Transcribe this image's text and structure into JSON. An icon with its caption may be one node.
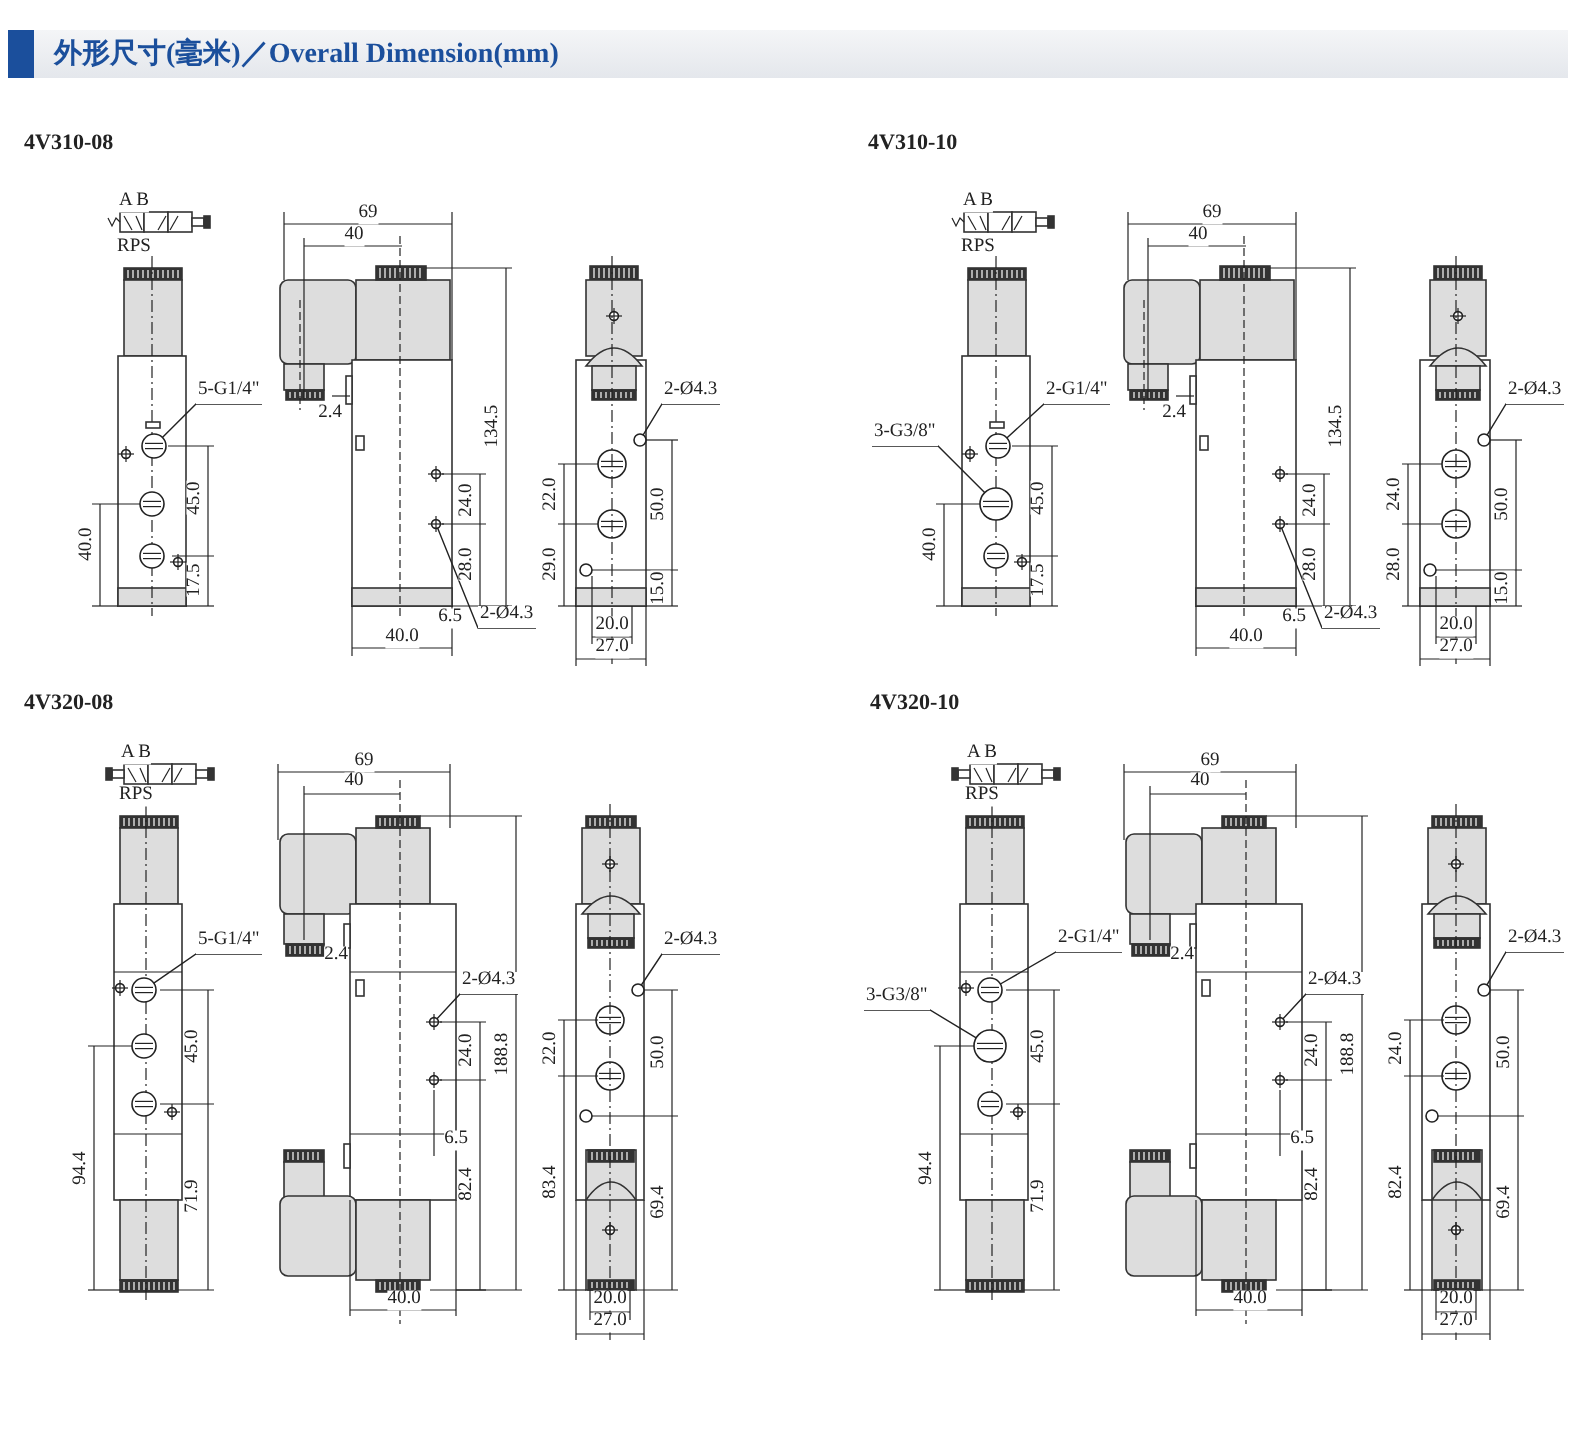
{
  "diagram": {
    "title": "外形尺寸(毫米)／Overall Dimension(mm)",
    "nodes": [
      {
        "text": [
          "5-G1/4\""
        ]
      },
      {
        "text": [
          "2-Ø4.3"
        ]
      },
      {
        "text": [
          "2-Ø4.3"
        ]
      },
      {
        "text": [
          "2-G1/4\""
        ]
      },
      {
        "text": [
          "2-Ø4.3"
        ]
      },
      {
        "text": [
          "3-G3/8\""
        ]
      },
      {
        "text": [
          "2-Ø4.3"
        ]
      },
      {
        "text": [
          "5-G1/4\""
        ]
      },
      {
        "text": [
          "2-Ø4.3"
        ]
      },
      {
        "text": [
          "2-Ø4.3"
        ]
      },
      {
        "text": [
          "2-G1/4\""
        ]
      },
      {
        "text": [
          "2-Ø4.3"
        ]
      },
      {
        "text": [
          "3-G3/8\""
        ]
      },
      {
        "text": [
          "2-Ø4.3"
        ]
      },
      {
        "text": [],
        "shape": "circle"
      },
      {
        "text": [],
        "shape": "circle"
      },
      {
        "text": [],
        "shape": "circle"
      },
      {
        "text": [],
        "shape": "circle"
      },
      {
        "text": [],
        "shape": "circle"
      },
      {
        "text": [],
        "shape": "circle"
      },
      {
        "text": [],
        "shape": "circle"
      },
      {
        "text": [],
        "shape": "circle"
      },
      {
        "text": [],
        "shape": "circle"
      },
      {
        "text": [],
        "shape": "circle"
      },
      {
        "text": [],
        "shape": "circle"
      },
      {
        "text": [],
        "shape": "circle"
      },
      {
        "text": [],
        "shape": "circle"
      },
      {
        "text": [],
        "shape": "circle"
      }
    ],
    "edges": [
      {
        "from": 0,
        "to": 14,
        "arrow": "none"
      },
      {
        "from": 1,
        "to": 15,
        "arrow": "none"
      },
      {
        "from": 2,
        "to": 16,
        "arrow": "none"
      },
      {
        "from": 3,
        "to": 17,
        "arrow": "none"
      },
      {
        "from": 4,
        "to": 18,
        "arrow": "none"
      },
      {
        "from": 5,
        "to": 19,
        "arrow": "none"
      },
      {
        "from": 6,
        "to": 20,
        "arrow": "none"
      },
      {
        "from": 7,
        "to": 21,
        "arrow": "none"
      },
      {
        "from": 8,
        "to": 22,
        "arrow": "none"
      },
      {
        "from": 9,
        "to": 23,
        "arrow": "none"
      },
      {
        "from": 10,
        "to": 24,
        "arrow": "none"
      },
      {
        "from": 11,
        "to": 25,
        "arrow": "none"
      },
      {
        "from": 12,
        "to": 26,
        "arrow": "none"
      },
      {
        "from": 13,
        "to": 27,
        "arrow": "none"
      }
    ],
    "labels": [
      "4V310-08",
      "A B",
      "RPS",
      "69",
      "40",
      "2.4",
      "134.5",
      "45.0",
      "24.0",
      "22.0",
      "50.0",
      "40.0",
      "28.0",
      "29.0",
      "17.5",
      "15.0",
      "6.5",
      "20.0",
      "40.0",
      "27.0",
      "4V310-10",
      "A B",
      "RPS",
      "69",
      "40",
      "2.4",
      "134.5",
      "45.0",
      "24.0",
      "24.0",
      "50.0",
      "40.0",
      "28.0",
      "28.0",
      "17.5",
      "15.0",
      "6.5",
      "20.0",
      "40.0",
      "27.0",
      "4V320-08",
      "A B",
      "RPS",
      "69",
      "40",
      "2.4",
      "45.0",
      "24.0",
      "188.8",
      "22.0",
      "50.0",
      "6.5",
      "94.4",
      "71.9",
      "82.4",
      "83.4",
      "69.4",
      "40.0",
      "20.0",
      "27.0",
      "4V320-10",
      "A B",
      "RPS",
      "69",
      "40",
      "2.4",
      "45.0",
      "24.0",
      "188.8",
      "24.0",
      "50.0",
      "6.5",
      "94.4",
      "71.9",
      "82.4",
      "82.4",
      "69.4",
      "40.0",
      "20.0",
      "27.0"
    ]
  }
}
